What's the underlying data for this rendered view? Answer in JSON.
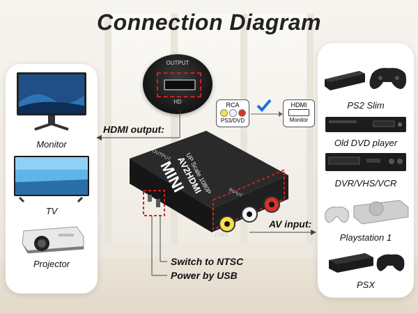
{
  "title": "Connection Diagram",
  "left_panel": {
    "devices": [
      {
        "label": "Monitor",
        "icon": "monitor-icon"
      },
      {
        "label": "TV",
        "icon": "tv-icon"
      },
      {
        "label": "Projector",
        "icon": "projector-icon"
      }
    ]
  },
  "right_panel": {
    "devices": [
      {
        "label": "PS2 Slim",
        "icon": "ps2-slim-icon"
      },
      {
        "label": "Old DVD player",
        "icon": "dvd-player-icon"
      },
      {
        "label": "DVR/VHS/VCR",
        "icon": "vcr-icon"
      },
      {
        "label": "Playstation 1",
        "icon": "playstation-icon"
      },
      {
        "label": "PSX",
        "icon": "psx-icon"
      }
    ]
  },
  "callouts": {
    "hdmi_output": "HDMI output:",
    "av_input": "AV input:",
    "switch_ntsc": "Switch to NTSC",
    "power_usb": "Power by USB"
  },
  "signal": {
    "rca_label": "RCA",
    "rca_sub": "PS3/DVD",
    "hdmi_label": "HDMI",
    "hdmi_sub": "Monitor",
    "check_color": "#1a6fd8"
  },
  "device": {
    "brand": "MINI",
    "model": "AV2HDMI",
    "spec": "UP Scale 1080P",
    "output_label": "OUTPUT",
    "input_label": "INPUT",
    "cvbs_label": "CVBS",
    "zoom_output_label": "OUTPUT",
    "zoom_hd_label": "HD"
  },
  "colors": {
    "highlight_red": "#d42020",
    "device_body": "#1e1e1e",
    "rca_yellow": "#f4e04a",
    "rca_white": "#f5f5f5",
    "rca_red": "#d8332a"
  }
}
